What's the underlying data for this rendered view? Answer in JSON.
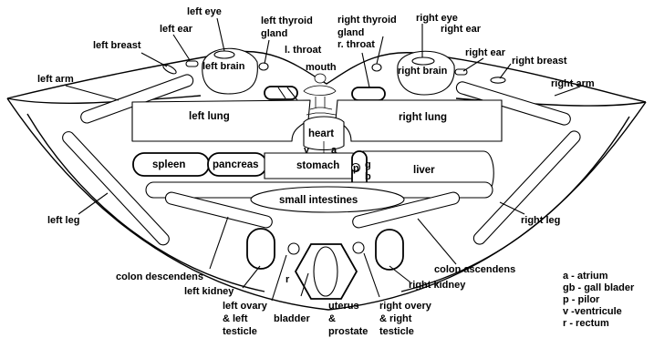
{
  "labels": {
    "left_eye": "left eye",
    "left_ear": "left ear",
    "left_breast": "left breast",
    "left_brain": "left brain",
    "left_thyroid": "left thyroid",
    "left_thyroid_2": "gland",
    "l_throat": "l. throat",
    "mouth": "mouth",
    "right_thyroid": "right thyroid",
    "right_thyroid_2": "gland",
    "r_throat": "r. throat",
    "right_eye": "right eye",
    "right_ear_top": "right ear",
    "right_ear": "right ear",
    "right_brain": "right brain",
    "right_breast": "right breast",
    "left_arm": "left arm",
    "right_arm": "right arm",
    "left_lung": "left lung",
    "right_lung": "right lung",
    "heart": "heart",
    "v": "v",
    "a": "a",
    "spleen": "spleen",
    "pancreas": "pancreas",
    "stomach": "stomach",
    "p": "p",
    "g": "g",
    "b": "b",
    "liver": "liver",
    "small_intestines": "small intestines",
    "left_leg": "left leg",
    "right_leg": "right leg",
    "colon_descendens": "colon descendens",
    "colon_ascendens": "colon ascendens",
    "left_kidney": "left kidney",
    "right_kidney": "right kidney",
    "r": "r",
    "left_ovary_1": "left ovary",
    "left_ovary_2": "& left",
    "left_ovary_3": "testicle",
    "bladder": "bladder",
    "uterus_1": "uterus",
    "uterus_2": "&",
    "uterus_3": "prostate",
    "right_ovary_1": "right overy",
    "right_ovary_2": "& right",
    "right_ovary_3": "testicle"
  },
  "legend": [
    "a - atrium",
    "gb - gall blader",
    "p - pilor",
    "v -ventricule",
    "r - rectum"
  ]
}
